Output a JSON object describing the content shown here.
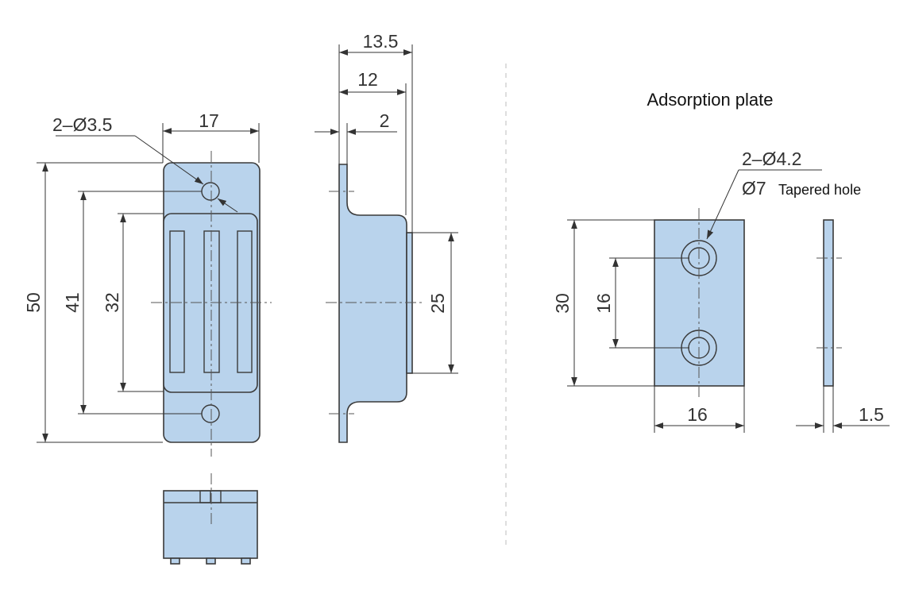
{
  "magnet_catch": {
    "width": "17",
    "hole_spec": "2–Ø3.5",
    "height_overall": "50",
    "hole_pitch": "41",
    "magnet_length": "32"
  },
  "side_view": {
    "total_depth": "13.5",
    "body_depth": "12",
    "flange_thickness": "2",
    "magnet_height": "25"
  },
  "adsorption_plate": {
    "title": "Adsorption plate",
    "hole_spec": "2–Ø4.2",
    "taper_diameter": "Ø7",
    "taper_label": "Tapered hole",
    "height": "30",
    "hole_pitch": "16",
    "width": "16",
    "thickness": "1.5"
  },
  "colors": {
    "part_fill": "#b9d3ec",
    "outline": "#3a3a3a",
    "dimension": "#333333"
  }
}
